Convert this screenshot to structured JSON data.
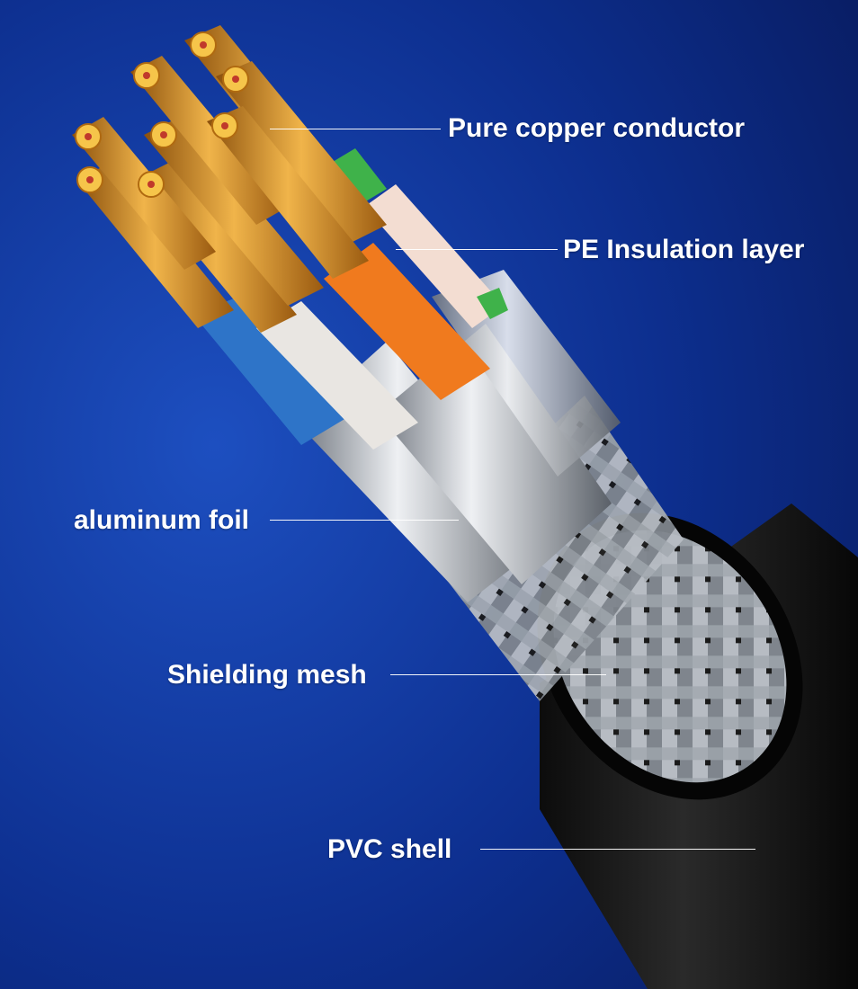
{
  "labels": {
    "copper": "Pure copper conductor",
    "insulation": "PE Insulation layer",
    "foil": "aluminum foil",
    "mesh": "Shielding mesh",
    "shell": "PVC shell"
  },
  "colors": {
    "background": "#0a1f6e",
    "label_text": "#ffffff",
    "copper": "#c9821a",
    "insulation_orange": "#f07a1e",
    "insulation_blue": "#2e74c8",
    "insulation_white": "#e9e6e2",
    "insulation_green": "#3fb24a",
    "foil": "#c9ced6",
    "mesh": "#9aa0a8",
    "pvc_shell": "#151515"
  }
}
